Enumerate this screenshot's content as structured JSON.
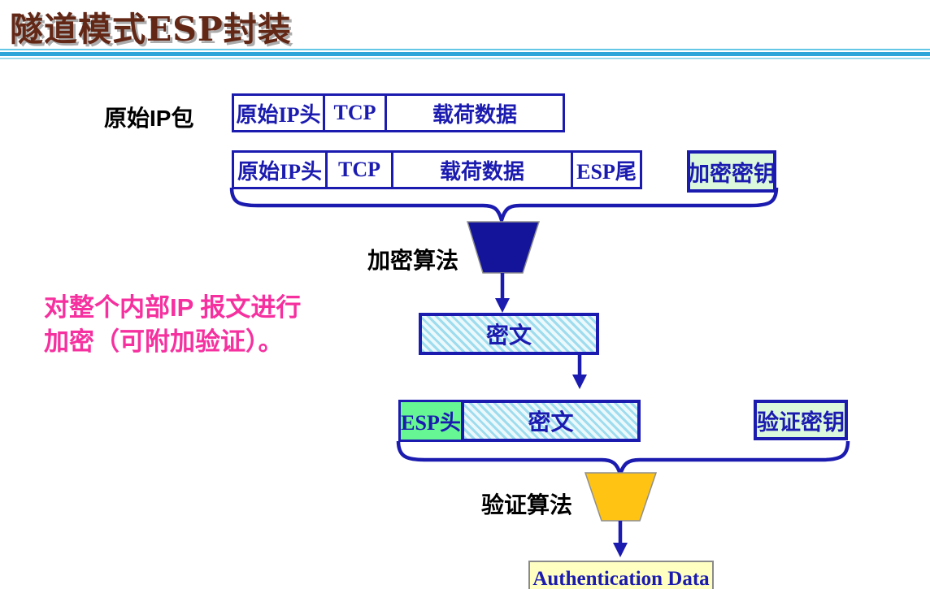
{
  "header": {
    "title": "隧道模式ESP封装"
  },
  "side_note": {
    "line1": "对整个内部IP 报文进行",
    "line2": "加密（可附加验证）。"
  },
  "row1": {
    "label": "原始IP包",
    "cells": [
      "原始IP头",
      "TCP",
      "载荷数据"
    ]
  },
  "row2": {
    "cells": [
      "原始IP头",
      "TCP",
      "载荷数据",
      "ESP尾"
    ],
    "key_box": "加密密钥"
  },
  "encrypt_stage": {
    "label": "加密算法",
    "result_box": "密文"
  },
  "row3": {
    "esp_header": "ESP头",
    "cipher": "密文",
    "key_box": "验证密钥"
  },
  "verify_stage": {
    "label": "验证算法",
    "result_box": "Authentication Data"
  },
  "colors": {
    "box_blue": "#1B1BB0",
    "pale_green": "#DCF8DC",
    "bright_green": "#66F693",
    "navy_funnel": "#14149B",
    "gold_funnel": "#FFC413",
    "pale_yellow": "#FFFFC2",
    "title_maroon": "#632716",
    "note_pink": "#F6309F"
  }
}
